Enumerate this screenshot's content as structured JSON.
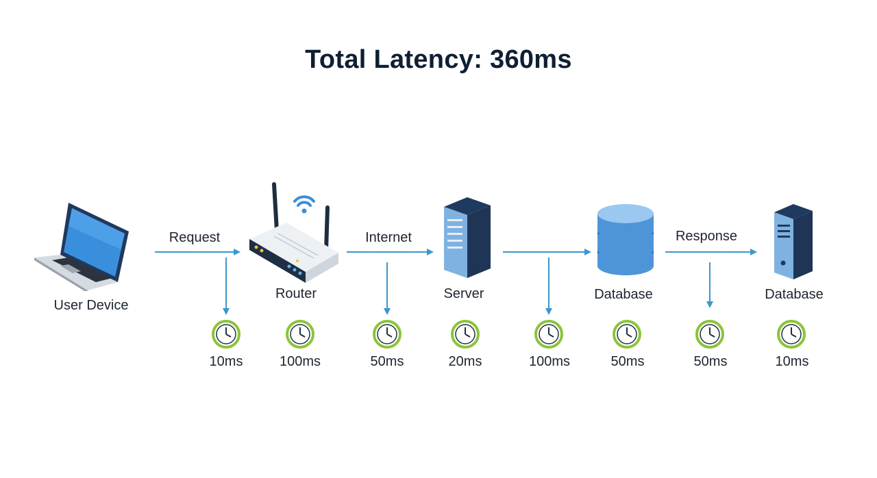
{
  "title": "Total Latency: 360ms",
  "colors": {
    "arrow": "#3b97cc",
    "clock_ring": "#8cc43a",
    "device_dark": "#1f3a5f",
    "device_blue": "#4a9be0"
  },
  "nodes": [
    {
      "name": "User Device",
      "icon": "laptop-icon"
    },
    {
      "name": "Router",
      "icon": "router-icon"
    },
    {
      "name": "Server",
      "icon": "server-icon"
    },
    {
      "name": "Database",
      "icon": "database-icon"
    },
    {
      "name": "Database",
      "icon": "server-tower-icon"
    }
  ],
  "links": [
    {
      "label": "Request"
    },
    {
      "label": "Internet"
    },
    {
      "label": ""
    },
    {
      "label": "Response"
    }
  ],
  "latencies": [
    "10ms",
    "100ms",
    "50ms",
    "20ms",
    "100ms",
    "50ms",
    "50ms",
    "10ms"
  ]
}
